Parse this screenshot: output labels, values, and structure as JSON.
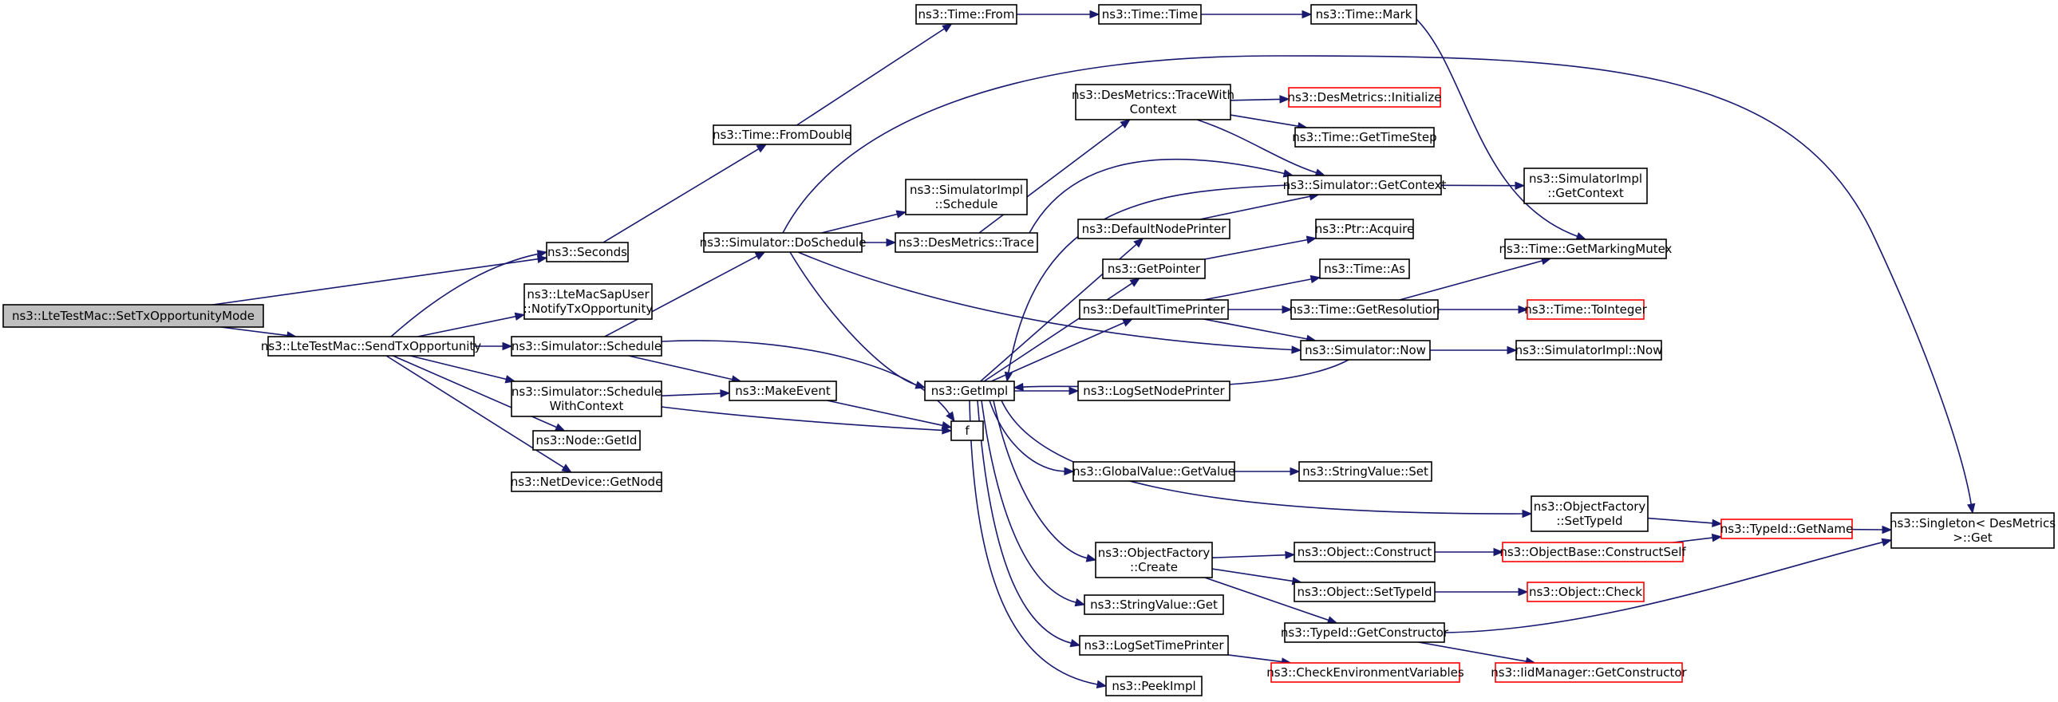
{
  "colors": {
    "edge": "#191970",
    "node_border": "#000000",
    "truncated_node_border": "#ff0000",
    "root_fill": "#bfbfbf",
    "node_fill": "#ffffff"
  },
  "nodes": [
    {
      "id": "root",
      "lines": [
        "ns3::LteTestMac::SetTxOpportunityMode"
      ],
      "kind": "root"
    },
    {
      "id": "seconds",
      "lines": [
        "ns3::Seconds"
      ],
      "kind": "normal"
    },
    {
      "id": "sendtx",
      "lines": [
        "ns3::LteTestMac::SendTxOpportunity"
      ],
      "kind": "normal"
    },
    {
      "id": "notifytx",
      "lines": [
        "ns3::LteMacSapUser",
        "::NotifyTxOpportunity"
      ],
      "kind": "normal"
    },
    {
      "id": "simsched",
      "lines": [
        "ns3::Simulator::Schedule"
      ],
      "kind": "normal"
    },
    {
      "id": "simschedctx",
      "lines": [
        "ns3::Simulator::Schedule",
        "WithContext"
      ],
      "kind": "normal"
    },
    {
      "id": "nodegetid",
      "lines": [
        "ns3::Node::GetId"
      ],
      "kind": "normal"
    },
    {
      "id": "netdevnode",
      "lines": [
        "ns3::NetDevice::GetNode"
      ],
      "kind": "normal"
    },
    {
      "id": "fromdouble",
      "lines": [
        "ns3::Time::FromDouble"
      ],
      "kind": "normal"
    },
    {
      "id": "doschedule",
      "lines": [
        "ns3::Simulator::DoSchedule"
      ],
      "kind": "normal"
    },
    {
      "id": "makeevent",
      "lines": [
        "ns3::MakeEvent"
      ],
      "kind": "normal"
    },
    {
      "id": "f",
      "lines": [
        "f"
      ],
      "kind": "normal"
    },
    {
      "id": "timefrom",
      "lines": [
        "ns3::Time::From"
      ],
      "kind": "normal"
    },
    {
      "id": "simimplsched",
      "lines": [
        "ns3::SimulatorImpl",
        "::Schedule"
      ],
      "kind": "normal"
    },
    {
      "id": "destrace",
      "lines": [
        "ns3::DesMetrics::Trace"
      ],
      "kind": "normal"
    },
    {
      "id": "getimpl",
      "lines": [
        "ns3::GetImpl"
      ],
      "kind": "normal"
    },
    {
      "id": "timetime",
      "lines": [
        "ns3::Time::Time"
      ],
      "kind": "normal"
    },
    {
      "id": "tracewithctx",
      "lines": [
        "ns3::DesMetrics::TraceWith",
        "Context"
      ],
      "kind": "normal"
    },
    {
      "id": "defnodeprinter",
      "lines": [
        "ns3::DefaultNodePrinter"
      ],
      "kind": "normal"
    },
    {
      "id": "getpointer",
      "lines": [
        "ns3::GetPointer"
      ],
      "kind": "normal"
    },
    {
      "id": "deftimeprinter",
      "lines": [
        "ns3::DefaultTimePrinter"
      ],
      "kind": "normal"
    },
    {
      "id": "logsetnodeprinter",
      "lines": [
        "ns3::LogSetNodePrinter"
      ],
      "kind": "normal"
    },
    {
      "id": "gvgetvalue",
      "lines": [
        "ns3::GlobalValue::GetValue"
      ],
      "kind": "normal"
    },
    {
      "id": "ofcreate",
      "lines": [
        "ns3::ObjectFactory",
        "::Create"
      ],
      "kind": "normal"
    },
    {
      "id": "svget",
      "lines": [
        "ns3::StringValue::Get"
      ],
      "kind": "normal"
    },
    {
      "id": "logsettimeprinter",
      "lines": [
        "ns3::LogSetTimePrinter"
      ],
      "kind": "normal"
    },
    {
      "id": "peekimpl",
      "lines": [
        "ns3::PeekImpl"
      ],
      "kind": "normal"
    },
    {
      "id": "timemark",
      "lines": [
        "ns3::Time::Mark"
      ],
      "kind": "normal"
    },
    {
      "id": "desinit",
      "lines": [
        "ns3::DesMetrics::Initialize"
      ],
      "kind": "red"
    },
    {
      "id": "gettimestep",
      "lines": [
        "ns3::Time::GetTimeStep"
      ],
      "kind": "normal"
    },
    {
      "id": "simgetctx",
      "lines": [
        "ns3::Simulator::GetContext"
      ],
      "kind": "normal"
    },
    {
      "id": "ptracquire",
      "lines": [
        "ns3::Ptr::Acquire"
      ],
      "kind": "normal"
    },
    {
      "id": "timeas",
      "lines": [
        "ns3::Time::As"
      ],
      "kind": "normal"
    },
    {
      "id": "getresolution",
      "lines": [
        "ns3::Time::GetResolution"
      ],
      "kind": "normal"
    },
    {
      "id": "simnow",
      "lines": [
        "ns3::Simulator::Now"
      ],
      "kind": "normal"
    },
    {
      "id": "svset",
      "lines": [
        "ns3::StringValue::Set"
      ],
      "kind": "normal"
    },
    {
      "id": "ofsettypeid",
      "lines": [
        "ns3::ObjectFactory",
        "::SetTypeId"
      ],
      "kind": "normal"
    },
    {
      "id": "objconstruct",
      "lines": [
        "ns3::Object::Construct"
      ],
      "kind": "normal"
    },
    {
      "id": "objsettypeid",
      "lines": [
        "ns3::Object::SetTypeId"
      ],
      "kind": "normal"
    },
    {
      "id": "tidgetctor",
      "lines": [
        "ns3::TypeId::GetConstructor"
      ],
      "kind": "normal"
    },
    {
      "id": "checkenv",
      "lines": [
        "ns3::CheckEnvironmentVariables"
      ],
      "kind": "red"
    },
    {
      "id": "simimplgetctx",
      "lines": [
        "ns3::SimulatorImpl",
        "::GetContext"
      ],
      "kind": "normal"
    },
    {
      "id": "markingmutex",
      "lines": [
        "ns3::Time::GetMarkingMutex"
      ],
      "kind": "normal"
    },
    {
      "id": "tointeger",
      "lines": [
        "ns3::Time::ToInteger"
      ],
      "kind": "red"
    },
    {
      "id": "simimplnow",
      "lines": [
        "ns3::SimulatorImpl::Now"
      ],
      "kind": "normal"
    },
    {
      "id": "tidgetname",
      "lines": [
        "ns3::TypeId::GetName"
      ],
      "kind": "red"
    },
    {
      "id": "obconstructself",
      "lines": [
        "ns3::ObjectBase::ConstructSelf"
      ],
      "kind": "red"
    },
    {
      "id": "objcheck",
      "lines": [
        "ns3::Object::Check"
      ],
      "kind": "red"
    },
    {
      "id": "iidgetctor",
      "lines": [
        "ns3::IidManager::GetConstructor"
      ],
      "kind": "red"
    },
    {
      "id": "singleton",
      "lines": [
        "ns3::Singleton< DesMetrics",
        " >::Get"
      ],
      "kind": "normal"
    }
  ],
  "edges": [
    {
      "from": "root",
      "to": "seconds"
    },
    {
      "from": "root",
      "to": "sendtx"
    },
    {
      "from": "sendtx",
      "to": "seconds"
    },
    {
      "from": "sendtx",
      "to": "notifytx"
    },
    {
      "from": "sendtx",
      "to": "simsched"
    },
    {
      "from": "sendtx",
      "to": "simschedctx"
    },
    {
      "from": "sendtx",
      "to": "nodegetid"
    },
    {
      "from": "sendtx",
      "to": "netdevnode"
    },
    {
      "from": "seconds",
      "to": "fromdouble"
    },
    {
      "from": "fromdouble",
      "to": "timefrom"
    },
    {
      "from": "timefrom",
      "to": "timetime"
    },
    {
      "from": "timetime",
      "to": "timemark"
    },
    {
      "from": "timemark",
      "to": "markingmutex"
    },
    {
      "from": "simsched",
      "to": "doschedule"
    },
    {
      "from": "simsched",
      "to": "makeevent"
    },
    {
      "from": "simsched",
      "to": "f"
    },
    {
      "from": "simschedctx",
      "to": "makeevent"
    },
    {
      "from": "simschedctx",
      "to": "f"
    },
    {
      "from": "makeevent",
      "to": "f"
    },
    {
      "from": "doschedule",
      "to": "simimplsched"
    },
    {
      "from": "doschedule",
      "to": "destrace"
    },
    {
      "from": "doschedule",
      "to": "getimpl"
    },
    {
      "from": "doschedule",
      "to": "simnow"
    },
    {
      "from": "doschedule",
      "to": "singleton"
    },
    {
      "from": "destrace",
      "to": "tracewithctx"
    },
    {
      "from": "destrace",
      "to": "simgetctx"
    },
    {
      "from": "tracewithctx",
      "to": "desinit"
    },
    {
      "from": "tracewithctx",
      "to": "gettimestep"
    },
    {
      "from": "tracewithctx",
      "to": "simgetctx"
    },
    {
      "from": "simgetctx",
      "to": "getimpl"
    },
    {
      "from": "simgetctx",
      "to": "simimplgetctx"
    },
    {
      "from": "defnodeprinter",
      "to": "simgetctx"
    },
    {
      "from": "getpointer",
      "to": "ptracquire"
    },
    {
      "from": "deftimeprinter",
      "to": "timeas"
    },
    {
      "from": "deftimeprinter",
      "to": "getresolution"
    },
    {
      "from": "deftimeprinter",
      "to": "simnow"
    },
    {
      "from": "getresolution",
      "to": "markingmutex"
    },
    {
      "from": "getresolution",
      "to": "tointeger"
    },
    {
      "from": "simnow",
      "to": "getimpl"
    },
    {
      "from": "simnow",
      "to": "simimplnow"
    },
    {
      "from": "getimpl",
      "to": "defnodeprinter"
    },
    {
      "from": "getimpl",
      "to": "getpointer"
    },
    {
      "from": "getimpl",
      "to": "deftimeprinter"
    },
    {
      "from": "getimpl",
      "to": "logsetnodeprinter"
    },
    {
      "from": "getimpl",
      "to": "gvgetvalue"
    },
    {
      "from": "getimpl",
      "to": "ofsettypeid"
    },
    {
      "from": "getimpl",
      "to": "ofcreate"
    },
    {
      "from": "getimpl",
      "to": "svget"
    },
    {
      "from": "getimpl",
      "to": "logsettimeprinter"
    },
    {
      "from": "getimpl",
      "to": "peekimpl"
    },
    {
      "from": "gvgetvalue",
      "to": "svset"
    },
    {
      "from": "ofsettypeid",
      "to": "tidgetname"
    },
    {
      "from": "ofcreate",
      "to": "objconstruct"
    },
    {
      "from": "ofcreate",
      "to": "objsettypeid"
    },
    {
      "from": "ofcreate",
      "to": "tidgetctor"
    },
    {
      "from": "objconstruct",
      "to": "obconstructself"
    },
    {
      "from": "obconstructself",
      "to": "tidgetname"
    },
    {
      "from": "objsettypeid",
      "to": "objcheck"
    },
    {
      "from": "tidgetctor",
      "to": "iidgetctor"
    },
    {
      "from": "tidgetctor",
      "to": "singleton"
    },
    {
      "from": "tidgetname",
      "to": "singleton"
    },
    {
      "from": "logsettimeprinter",
      "to": "checkenv"
    }
  ]
}
